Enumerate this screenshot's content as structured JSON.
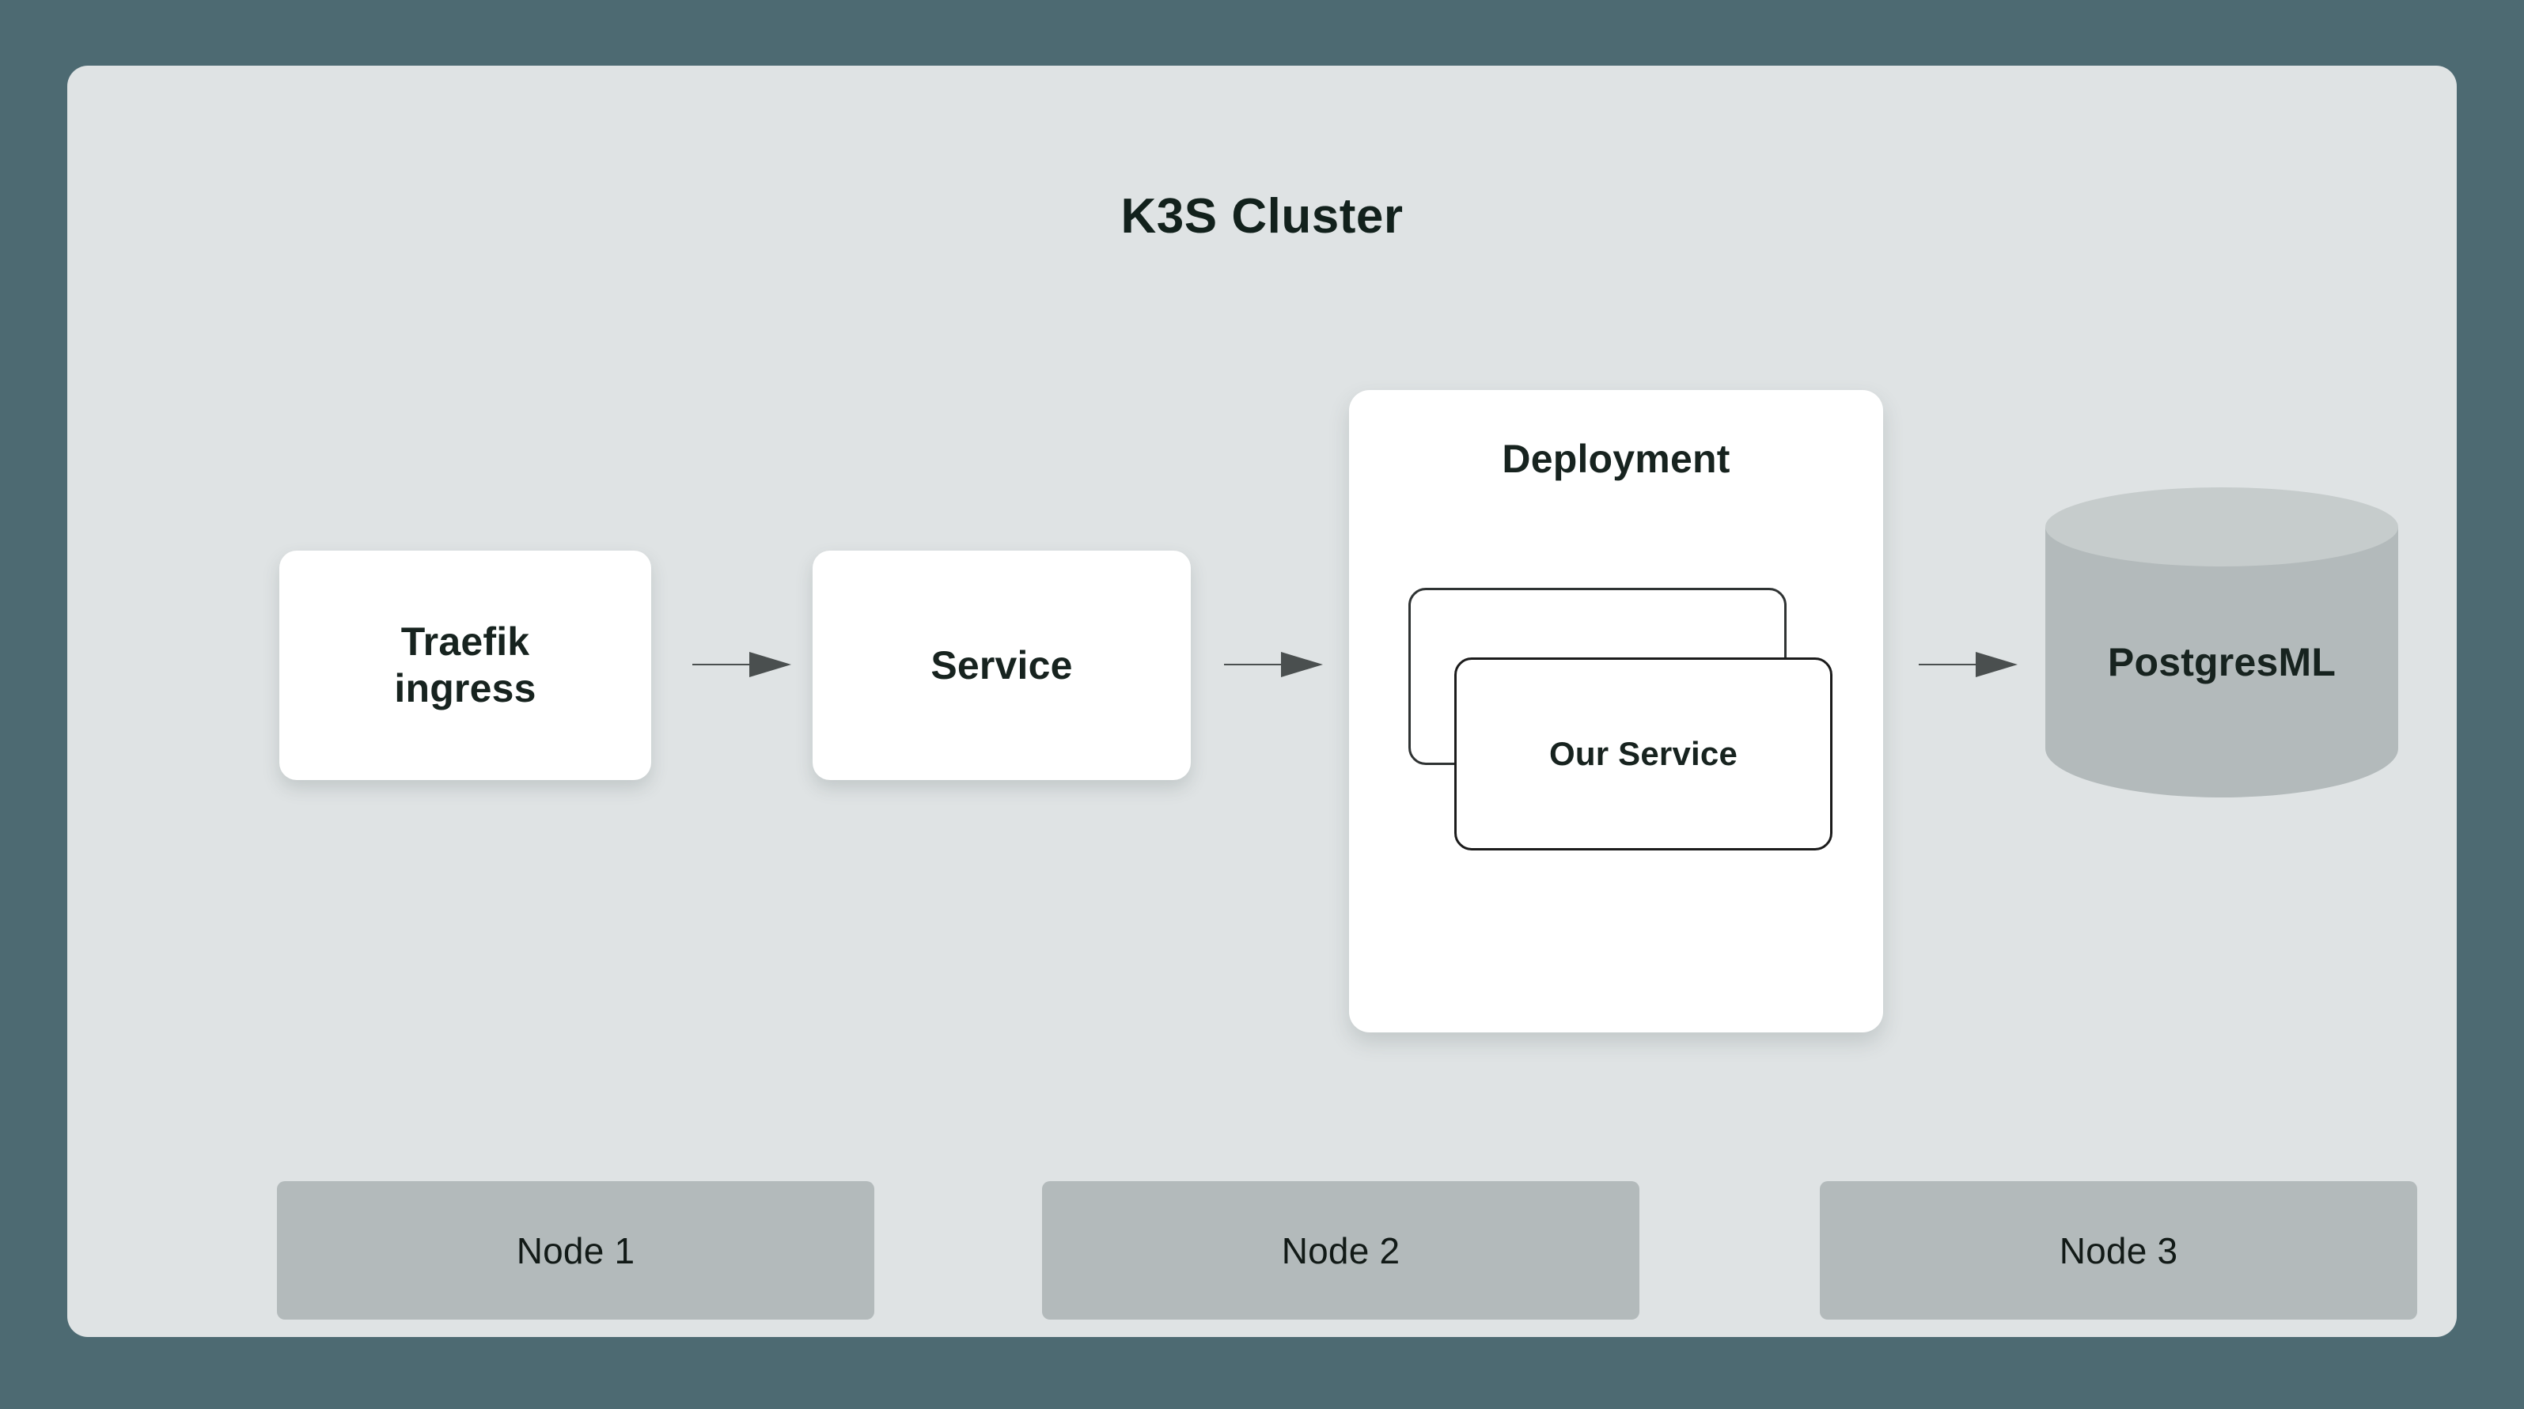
{
  "diagram": {
    "title": "K3S Cluster",
    "background_color": "#4d6a72",
    "panel_color": "#dfe3e4",
    "node_color": "#b3babb",
    "card_color": "#ffffff",
    "text_color": "#17231f",
    "arrow_color": "#4a4f4f"
  },
  "flow": {
    "ingress": {
      "label_line1": "Traefik",
      "label_line2": "ingress"
    },
    "service": {
      "label": "Service"
    },
    "deployment": {
      "title": "Deployment",
      "pod_back_label": "",
      "pod_front_label": "Our Service"
    },
    "database": {
      "label": "PostgresML"
    }
  },
  "arrows": [
    {
      "name": "ingress-to-service"
    },
    {
      "name": "service-to-deployment"
    },
    {
      "name": "deployment-to-database"
    }
  ],
  "nodes": [
    {
      "label": "Node 1"
    },
    {
      "label": "Node 2"
    },
    {
      "label": "Node 3"
    }
  ]
}
